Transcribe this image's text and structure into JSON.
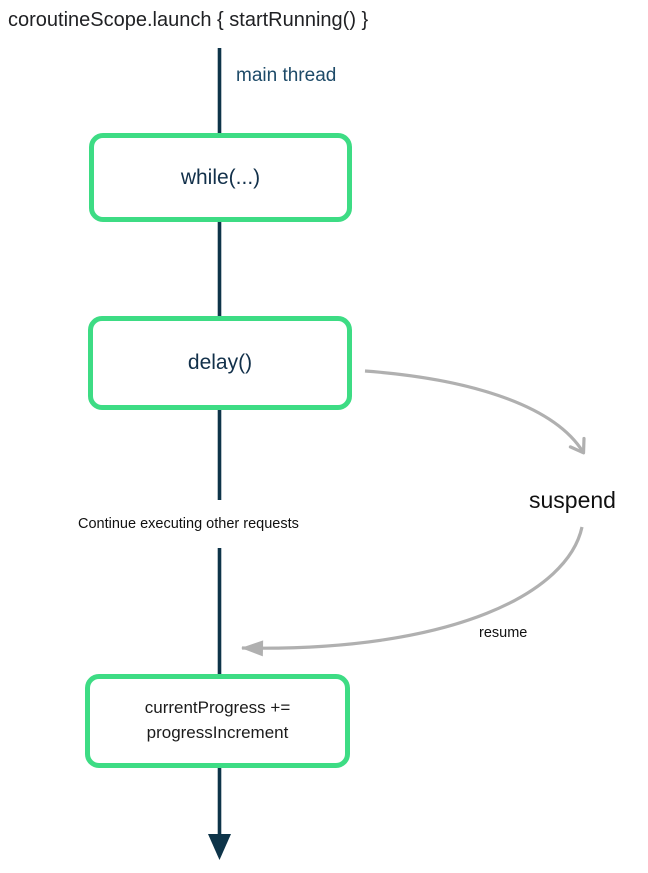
{
  "title": "coroutineScope.launch { startRunning() }",
  "diagram": {
    "thread_label": "main thread",
    "boxes": [
      {
        "label": "while(...)"
      },
      {
        "label": "delay()"
      },
      {
        "label": "currentProgress +=\nprogressIncrement"
      }
    ],
    "suspend_label": "suspend",
    "continue_label": "Continue executing other requests",
    "resume_label": "resume",
    "colors": {
      "box_border_green": "#3ddc84",
      "thread_line_navy": "#0e3449",
      "thread_label_blue": "#1d4a68",
      "box_text_navy": "#12304a",
      "body_text_black": "#111111",
      "arrow_gray": "#b0b0b0",
      "background": "#ffffff"
    }
  }
}
